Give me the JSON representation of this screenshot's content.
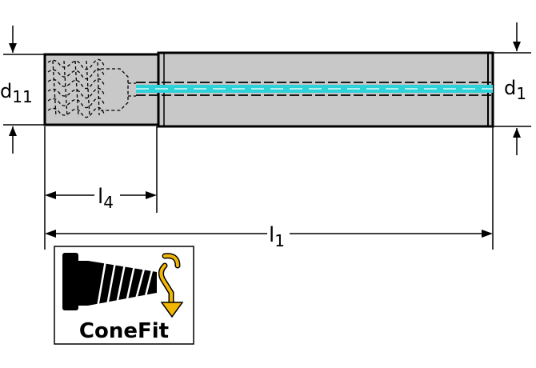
{
  "labels": {
    "d11": {
      "main": "d",
      "sub": "11"
    },
    "d1": {
      "main": "d",
      "sub": "1"
    },
    "l4": {
      "main": "l",
      "sub": "4"
    },
    "l1": {
      "main": "l",
      "sub": "1"
    }
  },
  "logo": {
    "text": "ConeFit"
  },
  "colors": {
    "body": "#c8c8c8",
    "outline": "#000000",
    "coolant": "#2ed1d8",
    "arrow_accent": "#f2b705"
  }
}
